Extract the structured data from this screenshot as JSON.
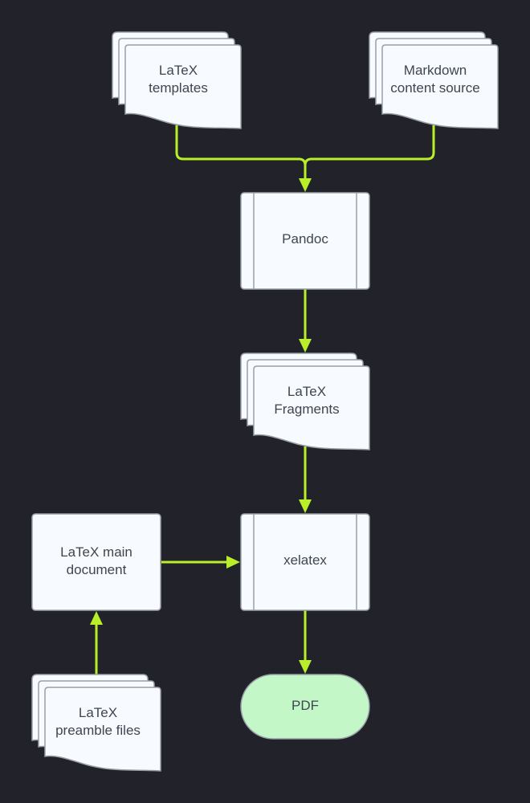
{
  "colors": {
    "background": "#22232a",
    "node_fill": "#f7faff",
    "node_stroke": "#9aa0a8",
    "terminal_fill": "#c3f7c8",
    "connector": "#b8ef2a",
    "text": "#3f4650"
  },
  "nodes": {
    "latex_templates": {
      "shape": "multi-document",
      "lines": [
        "LaTeX",
        "templates"
      ]
    },
    "markdown_source": {
      "shape": "multi-document",
      "lines": [
        "Markdown",
        "content source"
      ]
    },
    "pandoc": {
      "shape": "predefined-process",
      "lines": [
        "Pandoc"
      ]
    },
    "latex_fragments": {
      "shape": "multi-document",
      "lines": [
        "LaTeX",
        "Fragments"
      ]
    },
    "latex_main": {
      "shape": "process",
      "lines": [
        "LaTeX main",
        "document"
      ]
    },
    "xelatex": {
      "shape": "predefined-process",
      "lines": [
        "xelatex"
      ]
    },
    "latex_preamble": {
      "shape": "multi-document",
      "lines": [
        "LaTeX",
        "preamble files"
      ]
    },
    "pdf": {
      "shape": "terminal",
      "lines": [
        "PDF"
      ]
    }
  },
  "edges": [
    {
      "from": "latex_templates",
      "to": "pandoc"
    },
    {
      "from": "markdown_source",
      "to": "pandoc"
    },
    {
      "from": "pandoc",
      "to": "latex_fragments"
    },
    {
      "from": "latex_fragments",
      "to": "xelatex"
    },
    {
      "from": "latex_main",
      "to": "xelatex"
    },
    {
      "from": "latex_preamble",
      "to": "latex_main"
    },
    {
      "from": "xelatex",
      "to": "pdf"
    }
  ]
}
